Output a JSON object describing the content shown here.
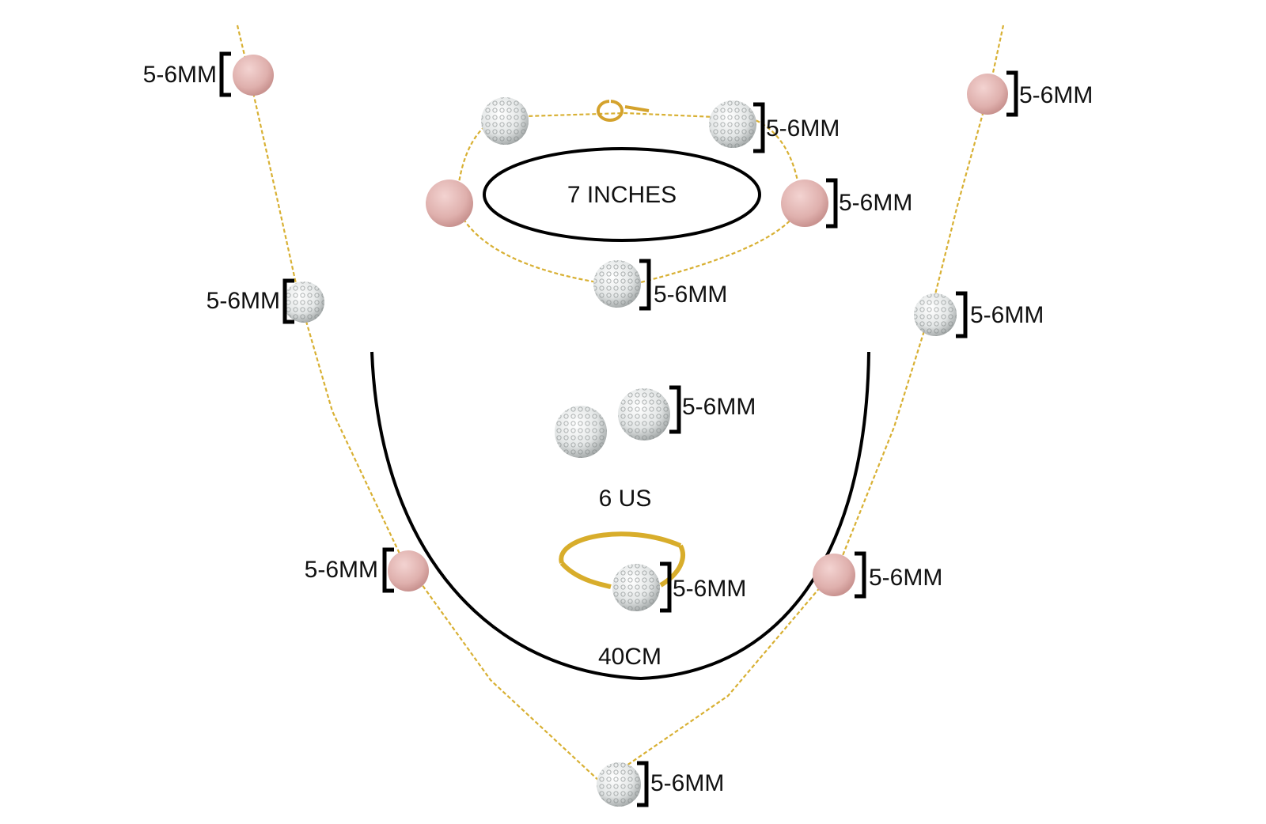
{
  "colors": {
    "chain": "#d8b033",
    "pink_bead": "#e4b7b4",
    "crystal_bead": "#e9ecec",
    "outline": "#000000",
    "background": "#ffffff"
  },
  "bead_size_label": "5-6MM",
  "bracelet": {
    "length_label": "7 INCHES"
  },
  "ring": {
    "size_label": "6 US"
  },
  "necklace": {
    "length_label": "40CM"
  },
  "labels": {
    "necklace_left_1": "5-6MM",
    "necklace_left_2": "5-6MM",
    "necklace_left_3": "5-6MM",
    "necklace_right_1": "5-6MM",
    "necklace_right_2": "5-6MM",
    "necklace_right_3": "5-6MM",
    "necklace_bottom": "5-6MM",
    "bracelet_top_right": "5-6MM",
    "bracelet_right": "5-6MM",
    "bracelet_bottom": "5-6MM",
    "earrings": "5-6MM",
    "ring_bead": "5-6MM"
  }
}
